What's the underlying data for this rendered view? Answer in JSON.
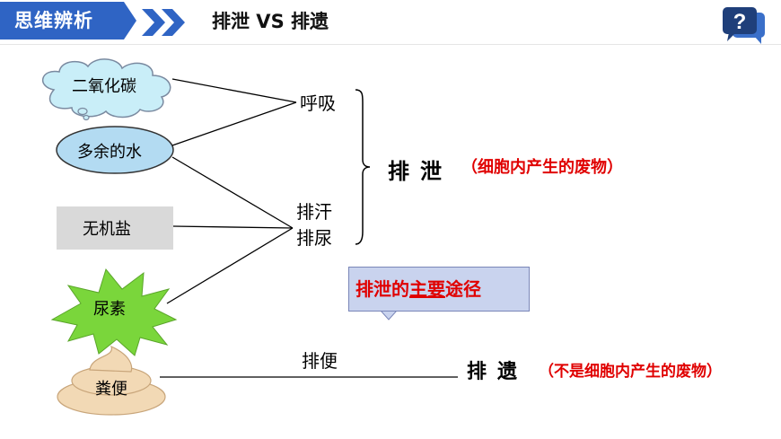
{
  "header": {
    "tab_label": "思维辨析",
    "title": "排泄 VS 排遗"
  },
  "nodes": {
    "co2": "二氧化碳",
    "water": "多余的水",
    "salt": "无机盐",
    "urea": "尿素",
    "feces": "粪便"
  },
  "routes": {
    "breath": "呼吸",
    "sweat": "排汗",
    "urine": "排尿",
    "defecate": "排便"
  },
  "categories": {
    "excretion": "排泄",
    "excretion_note": "（细胞内产生的废物）",
    "egestion": "排遗",
    "egestion_note": "（不是细胞内产生的废物）"
  },
  "callout": {
    "prefix": "排泄的",
    "emph": "主要",
    "suffix": "途径"
  },
  "colors": {
    "header_blue": "#2f64c4",
    "red_text": "#e00000",
    "cloud_fill": "#c9eef8",
    "ellipse_fill": "#b3dbf2",
    "burst_fill": "#7ad63b",
    "poop_fill": "#f2d9b5"
  },
  "icons": {
    "help": "question-chat-icon",
    "arrows": "double-chevron-right-icon"
  }
}
